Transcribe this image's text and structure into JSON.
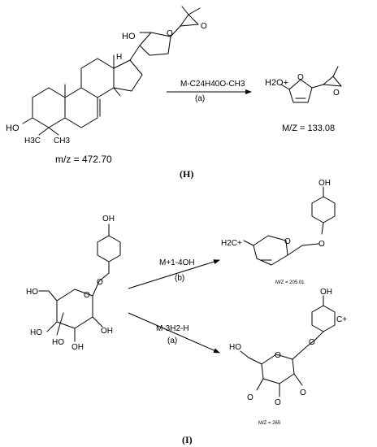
{
  "panel_h": {
    "label": "(H)",
    "parent_mz": "m/z = 472.70",
    "reaction_top": "M-C24H40O-CH3",
    "reaction_bottom": "(a)",
    "fragment_mz": "M/Z = 133.08",
    "atoms": {
      "ho_ring": "HO",
      "o_ring": "O",
      "o_epoxide": "O",
      "ho_steroid": "HO",
      "h3c": "H3C",
      "ch3": "CH3",
      "h": "H",
      "h2o_plus": "H2O+",
      "o_frag_ring": "O",
      "o_frag_epoxide": "O"
    }
  },
  "panel_i": {
    "label": "(I)",
    "reaction_b_top": "M+1-4OH",
    "reaction_b_bottom": "(b)",
    "reaction_a_top": "M-3H2-H",
    "reaction_a_bottom": "(a)",
    "fragment_b_mz": "M/Z = 205.01",
    "fragment_a_mz": "M/Z = 265",
    "atoms": {
      "oh": "OH",
      "ho": "HO",
      "o": "O",
      "h2c_plus": "H2C+",
      "c_plus": "C+"
    }
  }
}
